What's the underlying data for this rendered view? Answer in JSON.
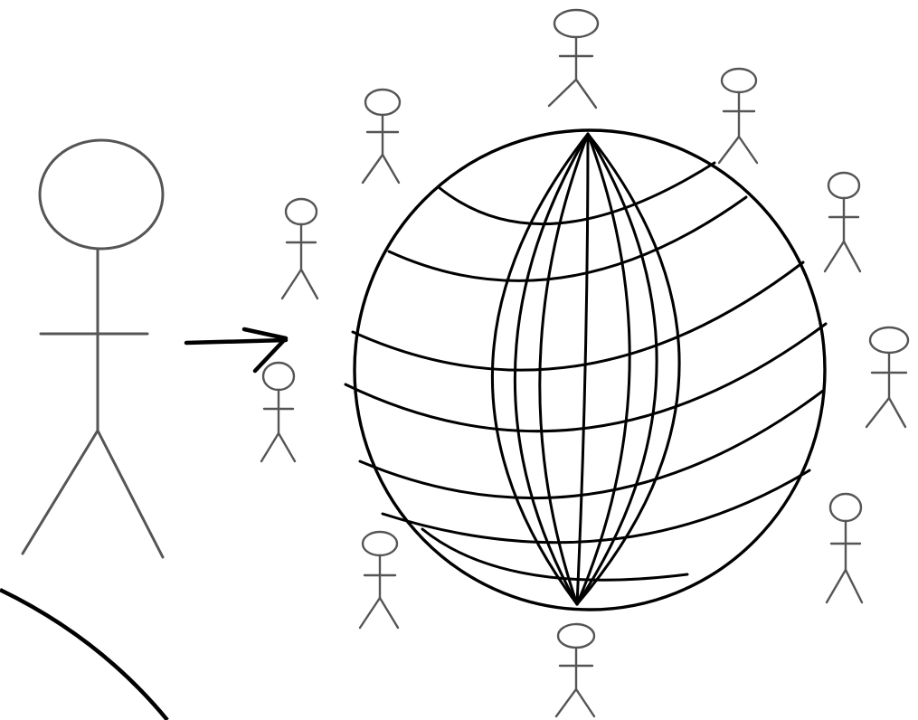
{
  "figure": {
    "large_person_icon": "stick-figure",
    "arrow_icon": "right-arrow",
    "globe_icon": "wireframe-globe",
    "surrounding_people_icon": "stick-figure",
    "surrounding_people_count": 10,
    "line_colors": {
      "figures": "#555555",
      "globe": "#000000",
      "background": "#ffffff"
    }
  }
}
